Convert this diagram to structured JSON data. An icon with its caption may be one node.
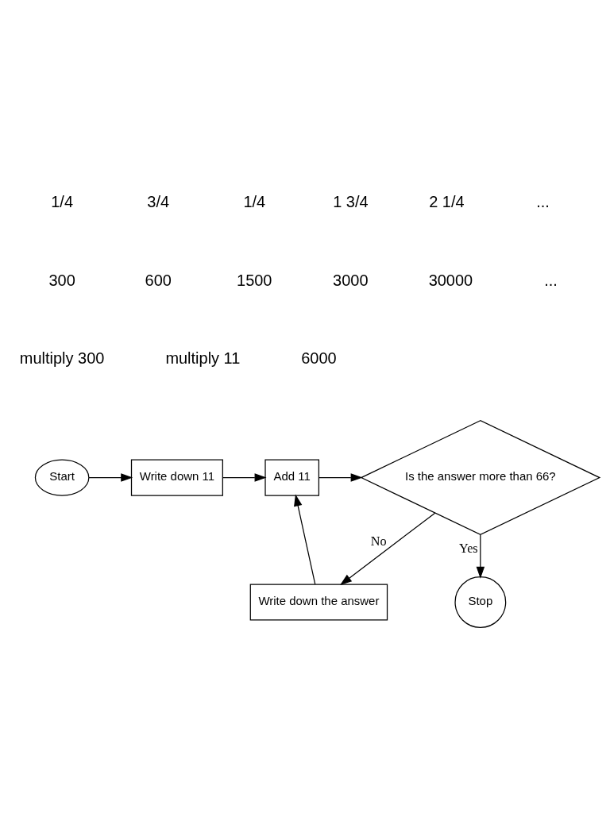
{
  "diagram": {
    "nodes": [
      {
        "text": [
          "Start"
        ]
      },
      {
        "text": [
          "Write down 11"
        ]
      },
      {
        "text": [
          "Add 11"
        ]
      },
      {
        "text": [
          "Is the answer more than 66?"
        ]
      },
      {
        "text": [
          "Write down the answer"
        ]
      },
      {
        "text": [
          "Stop"
        ]
      }
    ],
    "edges": [
      {
        "from": 0,
        "to": 1,
        "arrow": "to"
      },
      {
        "from": 1,
        "to": 2,
        "arrow": "to"
      },
      {
        "from": 2,
        "to": 3,
        "arrow": "to"
      },
      {
        "from": 3,
        "to": 5,
        "arrow": "to",
        "label": "Yes"
      },
      {
        "from": 3,
        "to": 4,
        "arrow": "to",
        "label": "No"
      },
      {
        "from": 4,
        "to": 2,
        "arrow": "to"
      }
    ],
    "labels": [
      "1/4",
      "3/4",
      "1/4",
      "1 3/4",
      "2 1/4",
      "...",
      "300",
      "600",
      "1500",
      "3000",
      "30000",
      "...",
      "multiply 300",
      "multiply 11",
      "6000"
    ]
  }
}
